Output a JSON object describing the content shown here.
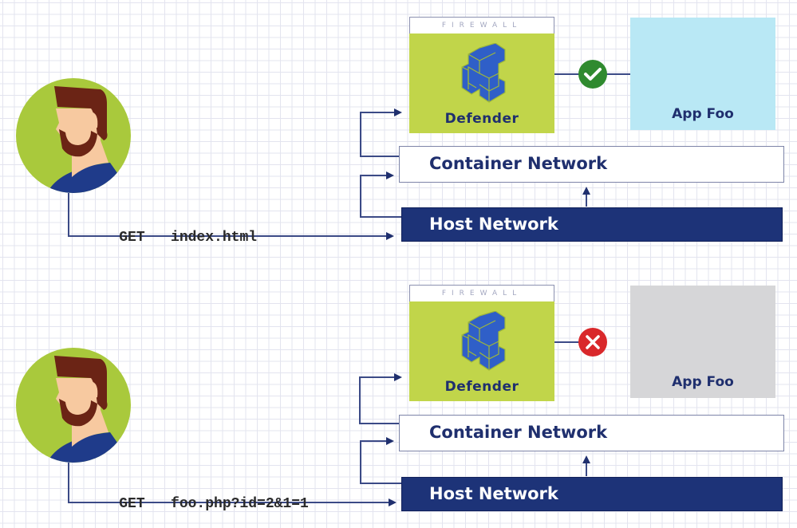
{
  "scenarios": [
    {
      "id": "allowed",
      "request": {
        "method": "GET",
        "path": "index.html"
      },
      "firewall": {
        "header": "FIREWALL",
        "label": "Defender"
      },
      "status": {
        "icon": "check-icon",
        "result": "allowed",
        "color": "#2f8a2f"
      },
      "app": {
        "label": "App Foo",
        "color": "#b9e8f5"
      },
      "container_network": {
        "label": "Container Network"
      },
      "host_network": {
        "label": "Host Network"
      }
    },
    {
      "id": "blocked",
      "request": {
        "method": "GET",
        "path": "foo.php?id=2&1=1"
      },
      "firewall": {
        "header": "FIREWALL",
        "label": "Defender"
      },
      "status": {
        "icon": "x-icon",
        "result": "blocked",
        "color": "#d9282b"
      },
      "app": {
        "label": "App Foo",
        "color": "#d6d6d8"
      },
      "container_network": {
        "label": "Container Network"
      },
      "host_network": {
        "label": "Host Network"
      }
    }
  ],
  "colors": {
    "firewall_green": "#c1d54a",
    "navy": "#1d3378",
    "logo_blue": "#2f5fc8",
    "avatar_bg": "#a9c93c",
    "hair": "#6b2415",
    "skin": "#f7c9a0",
    "shirt": "#1f3b8a"
  }
}
